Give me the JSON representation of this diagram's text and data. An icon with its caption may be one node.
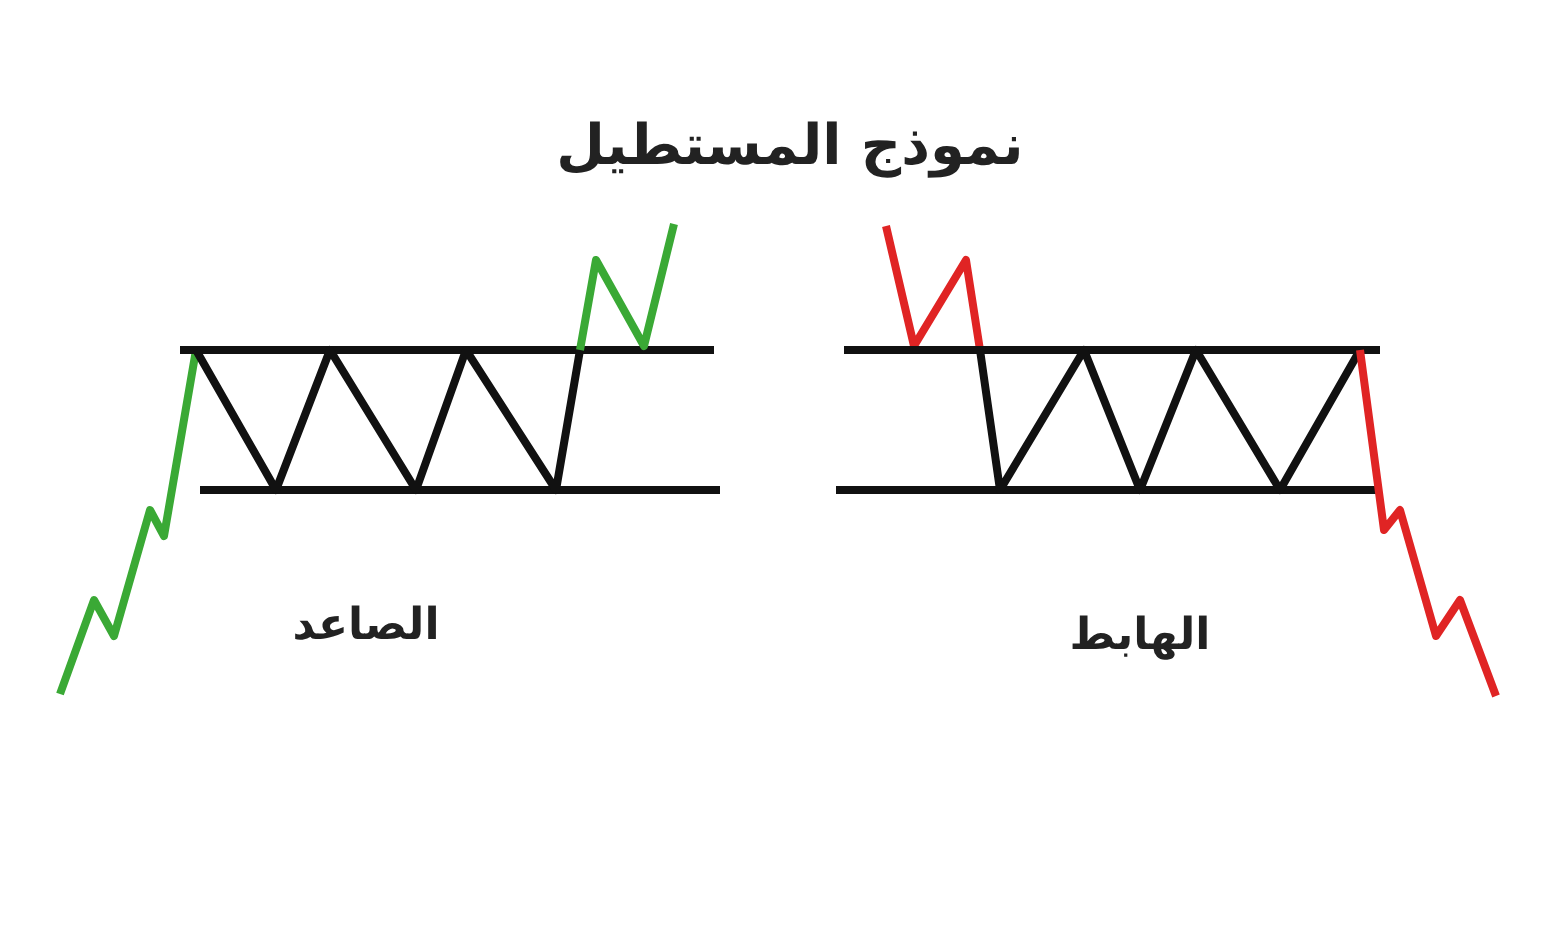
{
  "diagram": {
    "title": "نموذج المستطيل",
    "labels": [
      "الصاعد",
      "الهابط"
    ]
  }
}
